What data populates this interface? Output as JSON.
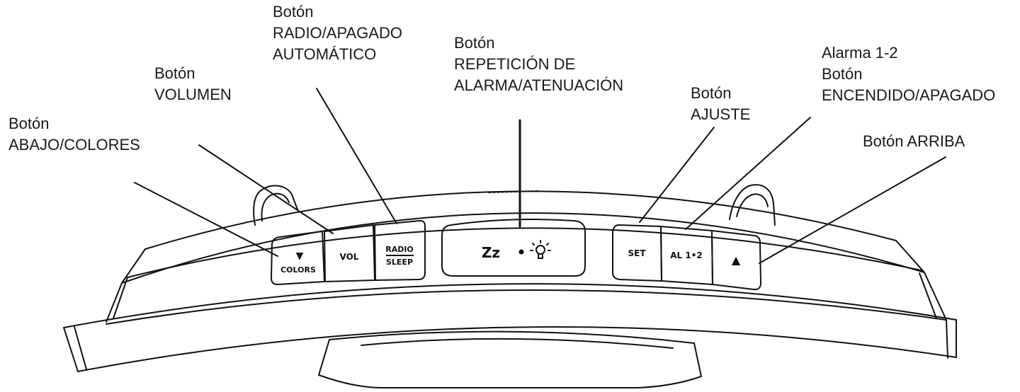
{
  "labels": {
    "colors": {
      "lines": [
        "Botón",
        "ABAJO/COLORES"
      ]
    },
    "volume": {
      "lines": [
        "Botón",
        "VOLUMEN"
      ]
    },
    "radio_sleep": {
      "lines": [
        "Botón",
        "RADIO/APAGADO",
        "AUTOMÁTICO"
      ]
    },
    "snooze": {
      "lines": [
        "Botón",
        "REPETICIÓN DE",
        "ALARMA/ATENUACIÓN"
      ]
    },
    "set": {
      "lines": [
        "Botón",
        "AJUSTE"
      ]
    },
    "alarm": {
      "lines": [
        "Alarma 1-2",
        "Botón",
        "ENCENDIDO/APAGADO"
      ]
    },
    "up": {
      "lines": [
        "Botón ARRIBA"
      ]
    }
  },
  "buttons": {
    "colors": {
      "arrow": "▼",
      "text": "COLORS"
    },
    "vol": {
      "text": "VOL"
    },
    "radio": {
      "top": "RADIO",
      "bottom": "SLEEP"
    },
    "snooze": {
      "text": "Zz"
    },
    "set": {
      "text": "SET"
    },
    "al12": {
      "text": "AL 1•2"
    },
    "up": {
      "arrow": "▲"
    }
  },
  "colors": {
    "ink": "#111111",
    "background": "#ffffff"
  },
  "icons": {
    "snooze_light": "sun-bulb-icon"
  }
}
